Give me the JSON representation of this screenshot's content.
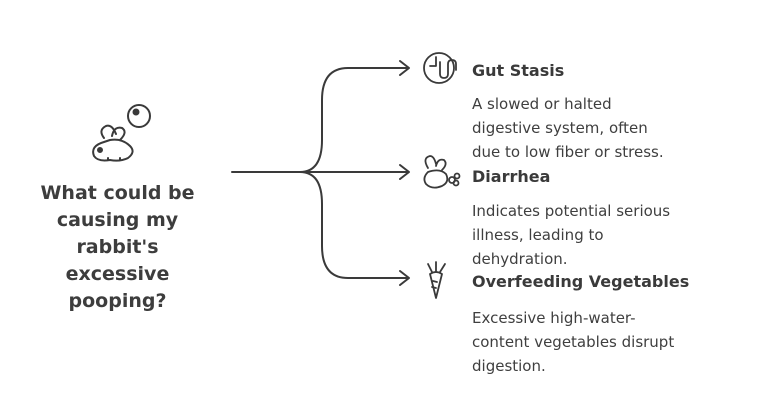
{
  "question": {
    "lines": [
      "What could be",
      "causing my",
      "rabbit's",
      "excessive",
      "pooping?"
    ]
  },
  "causes": [
    {
      "title": "Gut Stasis",
      "description": [
        "A slowed or halted",
        "digestive system, often",
        "due to low fiber or stress."
      ],
      "icon": "digestive-tract-icon"
    },
    {
      "title": "Diarrhea",
      "description": [
        "Indicates potential serious",
        "illness, leading to",
        "dehydration."
      ],
      "icon": "rabbit-poop-icon"
    },
    {
      "title": "Overfeeding Vegetables",
      "description": [
        "Excessive high-water-",
        "content vegetables disrupt",
        "digestion."
      ],
      "icon": "carrot-icon"
    }
  ],
  "colors": {
    "stroke": "#3a3a3a",
    "text": "#3a3a3a",
    "background": "#ffffff"
  }
}
